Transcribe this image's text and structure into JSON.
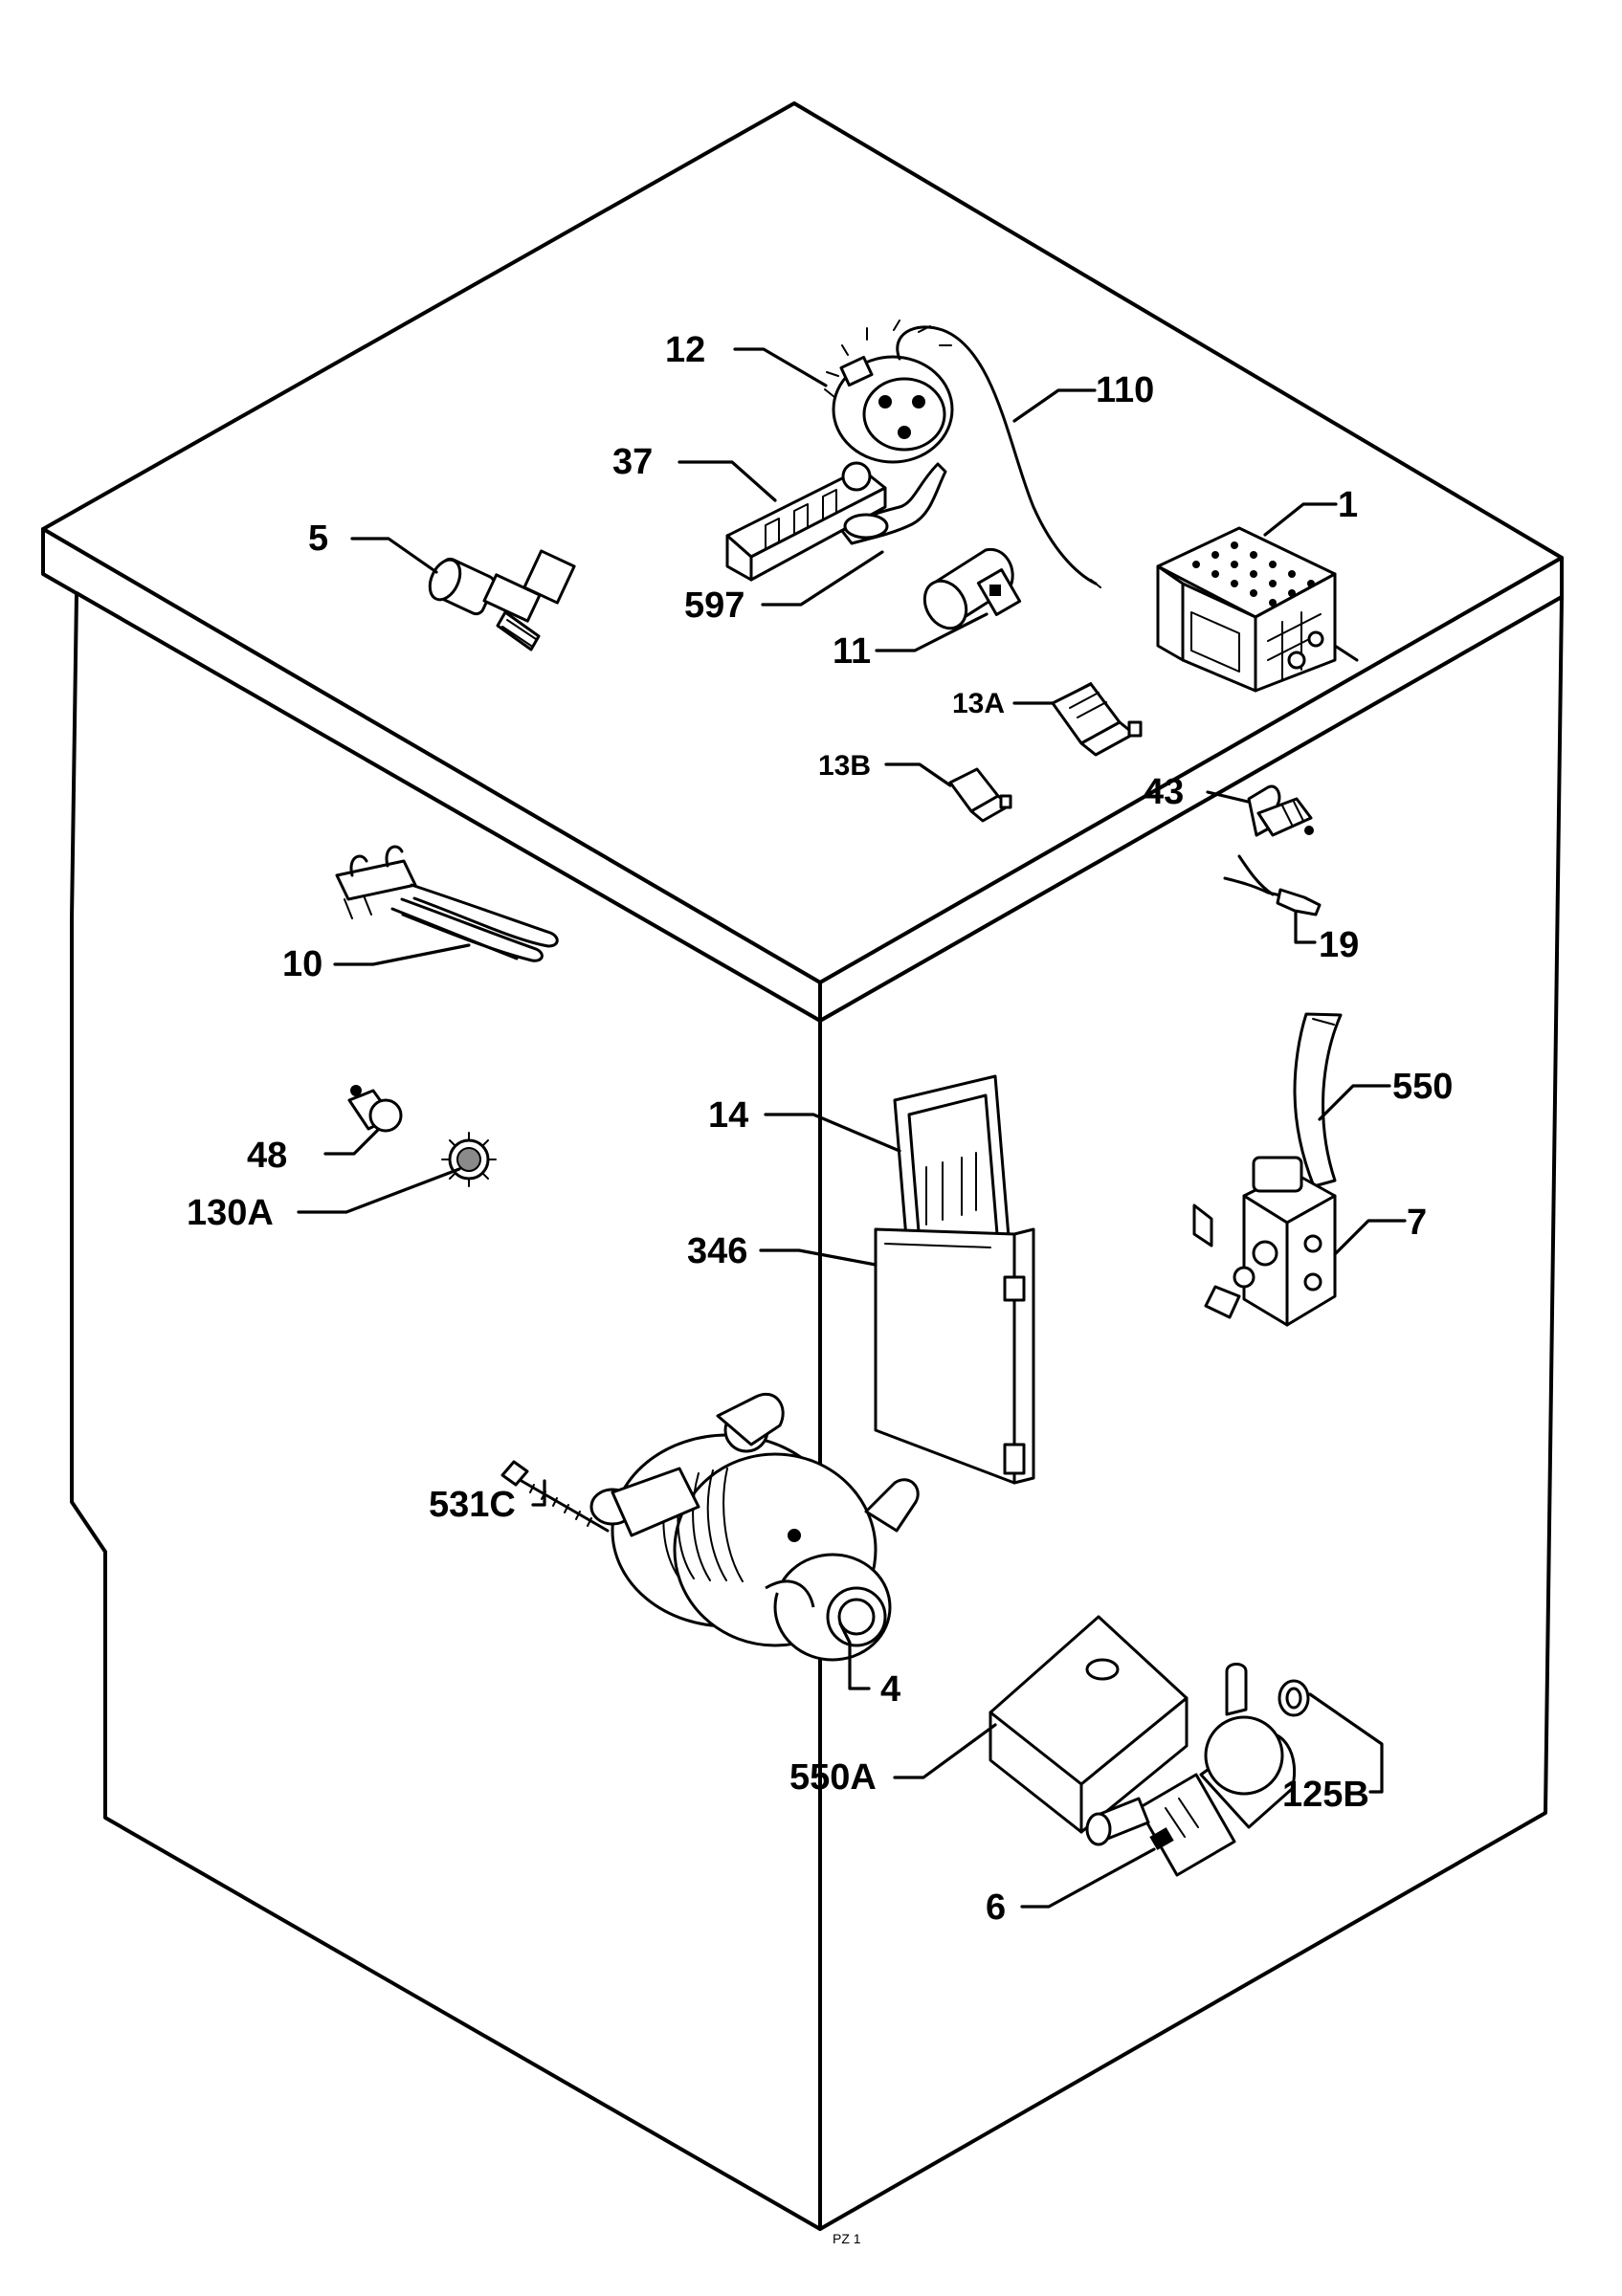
{
  "diagram": {
    "callouts": [
      {
        "id": "12",
        "text": "12"
      },
      {
        "id": "110",
        "text": "110"
      },
      {
        "id": "37",
        "text": "37"
      },
      {
        "id": "1",
        "text": "1"
      },
      {
        "id": "5",
        "text": "5"
      },
      {
        "id": "597",
        "text": "597"
      },
      {
        "id": "11",
        "text": "11"
      },
      {
        "id": "13A",
        "text": "13A"
      },
      {
        "id": "13B",
        "text": "13B"
      },
      {
        "id": "43",
        "text": "43"
      },
      {
        "id": "19",
        "text": "19"
      },
      {
        "id": "10",
        "text": "10"
      },
      {
        "id": "550",
        "text": "550"
      },
      {
        "id": "14",
        "text": "14"
      },
      {
        "id": "48",
        "text": "48"
      },
      {
        "id": "130A",
        "text": "130A"
      },
      {
        "id": "7",
        "text": "7"
      },
      {
        "id": "346",
        "text": "346"
      },
      {
        "id": "531C",
        "text": "531C"
      },
      {
        "id": "4",
        "text": "4"
      },
      {
        "id": "550A",
        "text": "550A"
      },
      {
        "id": "125B",
        "text": "125B"
      },
      {
        "id": "6",
        "text": "6"
      }
    ],
    "corner_mark": "PZ 1"
  }
}
